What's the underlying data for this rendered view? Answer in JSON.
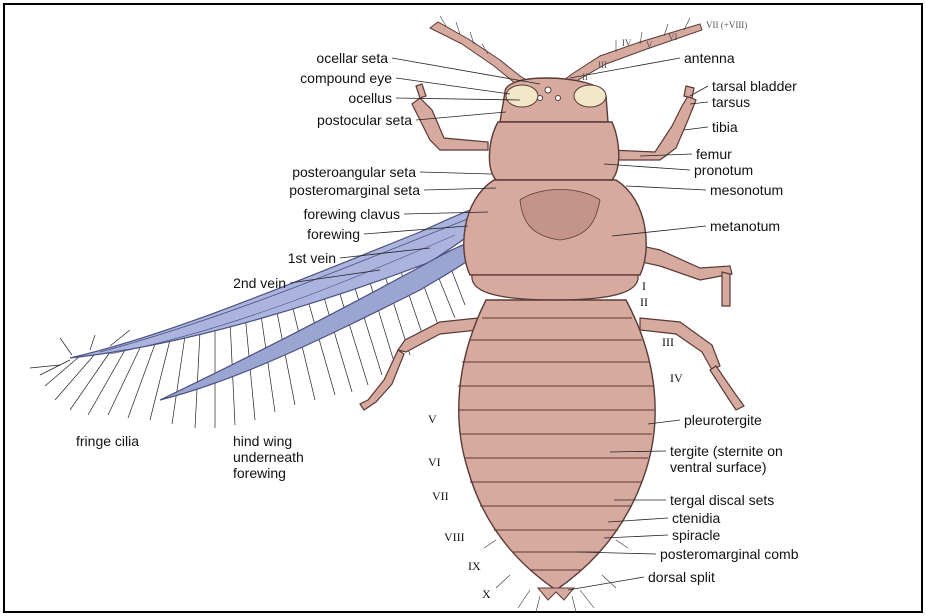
{
  "labels_left": [
    "ocellar seta",
    "compound eye",
    "ocellus",
    "postocular seta",
    "posteroangular seta",
    "posteromarginal seta",
    "forewing clavus",
    "forewing",
    "1st vein",
    "2nd vein"
  ],
  "labels_right": [
    "antenna",
    "tarsal bladder",
    "tarsus",
    "tibia",
    "femur",
    "pronotum",
    "mesonotum",
    "metanotum",
    "pleurotergite",
    "tergite (sternite on",
    "ventral surface)",
    "tergal discal sets",
    "ctenidia",
    "spiracle",
    "posteromarginal comb",
    "dorsal split"
  ],
  "labels_bottom": {
    "fringe": "fringe cilia",
    "hind_1": "hind wing",
    "hind_2": "underneath",
    "hind_3": "forewing"
  },
  "antenna_segments": [
    "VII (+VIII)",
    "VI",
    "V",
    "IV",
    "III",
    "II"
  ],
  "segments_right": [
    "I",
    "II",
    "III",
    "IV"
  ],
  "segments_left": [
    "V",
    "VI",
    "VII",
    "VIII",
    "IX",
    "X"
  ],
  "colors": {
    "body": "#d7aaa0",
    "body_stroke": "#5a3a35",
    "wing": "#aab4dc",
    "wing_stroke": "#4a5080",
    "eye": "#f2e7c9"
  }
}
